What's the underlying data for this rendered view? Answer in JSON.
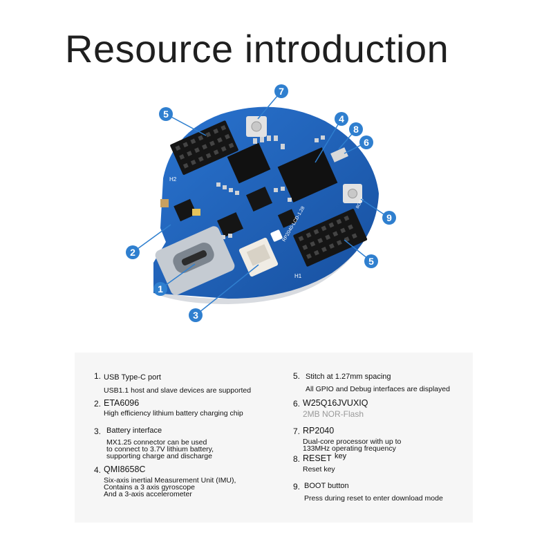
{
  "title": "Resource introduction",
  "board": {
    "silkscreen": {
      "model": "RP2040-LCD-1.28",
      "header_left": "H2",
      "header_right": "H1",
      "boot": "BOOT"
    },
    "callouts": [
      "1",
      "2",
      "3",
      "4",
      "5",
      "5",
      "6",
      "7",
      "8",
      "9"
    ]
  },
  "items": [
    {
      "num": "1.",
      "head": "USB Type-C port",
      "desc": [
        "USB1.1 host and slave devices are supported"
      ]
    },
    {
      "num": "2.",
      "head": "ETA6096",
      "desc": [
        "High efficiency lithium battery charging chip"
      ]
    },
    {
      "num": "3.",
      "head": "Battery interface",
      "desc": [
        "MX1.25 connector can be used",
        "to connect to 3.7V lithium battery,",
        "supporting charge and discharge"
      ]
    },
    {
      "num": "4.",
      "head": "QMI8658C",
      "desc": [
        "Six-axis inertial Measurement Unit (IMU),",
        "Contains a 3 axis gyroscope",
        "And a 3-axis accelerometer"
      ]
    },
    {
      "num": "5.",
      "head": "Stitch at 1.27mm spacing",
      "desc": [
        "All GPIO and Debug interfaces are displayed"
      ]
    },
    {
      "num": "6.",
      "head": "W25Q16JVUXIQ",
      "desc": [
        "2MB NOR-Flash"
      ]
    },
    {
      "num": "7.",
      "head": "RP2040",
      "desc": [
        "Dual-core processor with up to",
        "133MHz operating frequency"
      ]
    },
    {
      "num": "8.",
      "head": "RESET",
      "head_extra": "key",
      "desc": [
        "Reset key"
      ]
    },
    {
      "num": "9.",
      "head": "BOOT button",
      "desc": [
        "Press during reset to enter download mode"
      ]
    }
  ],
  "colors": {
    "pcb": "#1d5fb8",
    "pcb_dark": "#0f3f86",
    "callout": "#2f7fcf",
    "header": "#151515",
    "panel": "#f6f6f6"
  }
}
